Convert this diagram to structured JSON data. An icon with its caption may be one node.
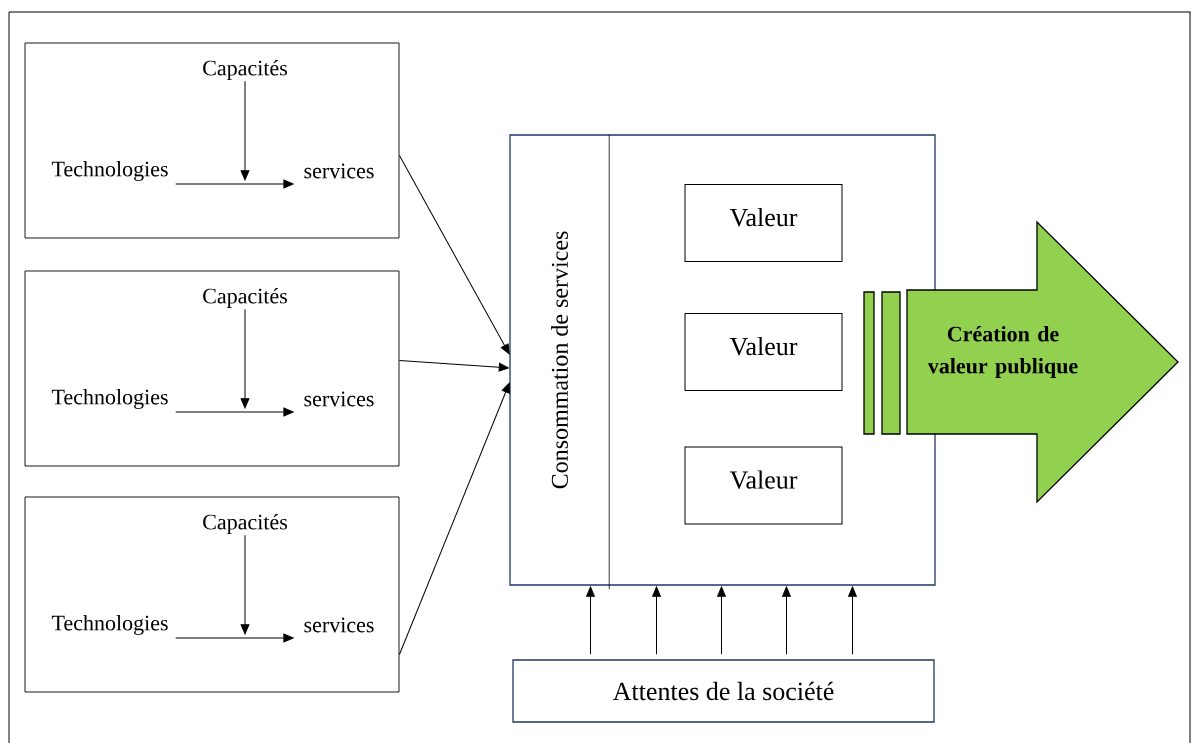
{
  "diagram": {
    "nodes": [
      {
        "text": [],
        "shape": "box"
      },
      {
        "text": [
          "Capacités"
        ],
        "in": 0
      },
      {
        "text": [
          "Technologies"
        ],
        "in": 0
      },
      {
        "text": [
          "services"
        ],
        "in": 0
      },
      {
        "text": [],
        "shape": "box"
      },
      {
        "text": [
          "Capacités"
        ],
        "in": 4
      },
      {
        "text": [
          "Technologies"
        ],
        "in": 4
      },
      {
        "text": [
          "services"
        ],
        "in": 4
      },
      {
        "text": [],
        "shape": "box"
      },
      {
        "text": [
          "Capacités"
        ],
        "in": 8
      },
      {
        "text": [
          "Technologies"
        ],
        "in": 8
      },
      {
        "text": [
          "services"
        ],
        "in": 8
      },
      {
        "text": [],
        "shape": "box"
      },
      {
        "text": [
          "Consommation de services"
        ],
        "in": 12
      },
      {
        "text": [
          "Valeur"
        ],
        "in": 12
      },
      {
        "text": [
          "Valeur"
        ],
        "in": 12
      },
      {
        "text": [
          "Valeur"
        ],
        "in": 12
      },
      {
        "text": [
          "Création de valeur publique"
        ]
      },
      {
        "text": [
          "Attentes de la société"
        ]
      }
    ],
    "edges": [
      {
        "from": 1,
        "to": null,
        "arrow": "to"
      },
      {
        "from": 2,
        "to": 3,
        "arrow": "to"
      },
      {
        "from": 5,
        "to": null,
        "arrow": "to"
      },
      {
        "from": 6,
        "to": 7,
        "arrow": "to"
      },
      {
        "from": 9,
        "to": null,
        "arrow": "to"
      },
      {
        "from": 10,
        "to": 11,
        "arrow": "to"
      },
      {
        "from": 0,
        "to": 13,
        "arrow": "to"
      },
      {
        "from": 4,
        "to": 13,
        "arrow": "to"
      },
      {
        "from": 8,
        "to": 13,
        "arrow": "to"
      },
      {
        "from": 18,
        "to": 12,
        "arrow": "to"
      },
      {
        "from": 18,
        "to": 12,
        "arrow": "to"
      },
      {
        "from": 18,
        "to": 12,
        "arrow": "to"
      },
      {
        "from": 18,
        "to": 12,
        "arrow": "to"
      },
      {
        "from": 18,
        "to": 12,
        "arrow": "to"
      }
    ]
  }
}
